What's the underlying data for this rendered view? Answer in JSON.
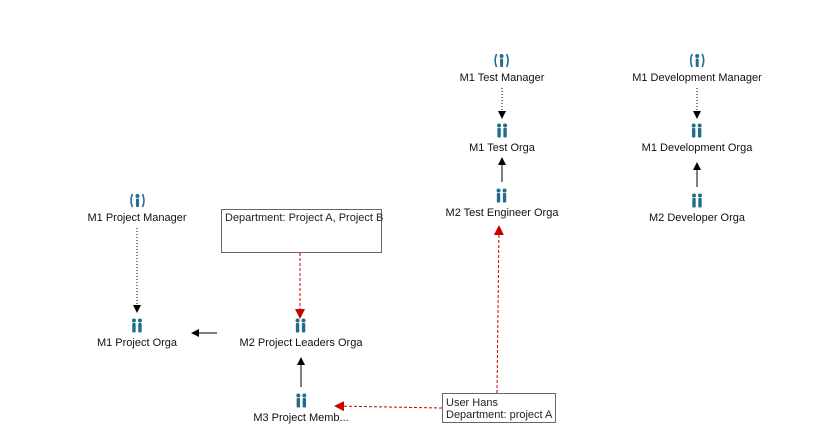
{
  "nodes": {
    "m1_project_manager": {
      "label": "M1 Project Manager",
      "kind": "role"
    },
    "m1_project_orga": {
      "label": "M1 Project Orga",
      "kind": "group"
    },
    "m2_project_leaders_orga": {
      "label": "M2 Project Leaders Orga",
      "kind": "group"
    },
    "m3_project_members": {
      "label": "M3 Project Memb...",
      "kind": "group"
    },
    "m1_test_manager": {
      "label": "M1 Test Manager",
      "kind": "role"
    },
    "m1_test_orga": {
      "label": "M1 Test Orga",
      "kind": "group"
    },
    "m2_test_engineer_orga": {
      "label": "M2 Test Engineer Orga",
      "kind": "group"
    },
    "m1_development_manager": {
      "label": "M1 Development Manager",
      "kind": "role"
    },
    "m1_development_orga": {
      "label": "M1 Development Orga",
      "kind": "group"
    },
    "m2_developer_orga": {
      "label": "M2 Developer Orga",
      "kind": "group"
    }
  },
  "notes": {
    "department_note": {
      "text": "Department: Project A, Project B"
    },
    "user_note": {
      "line1": "User Hans",
      "line2": "Department: project A"
    }
  },
  "colors": {
    "icon": "#1f6e8c",
    "edge": "#000000",
    "constraint": "#cc0000"
  }
}
